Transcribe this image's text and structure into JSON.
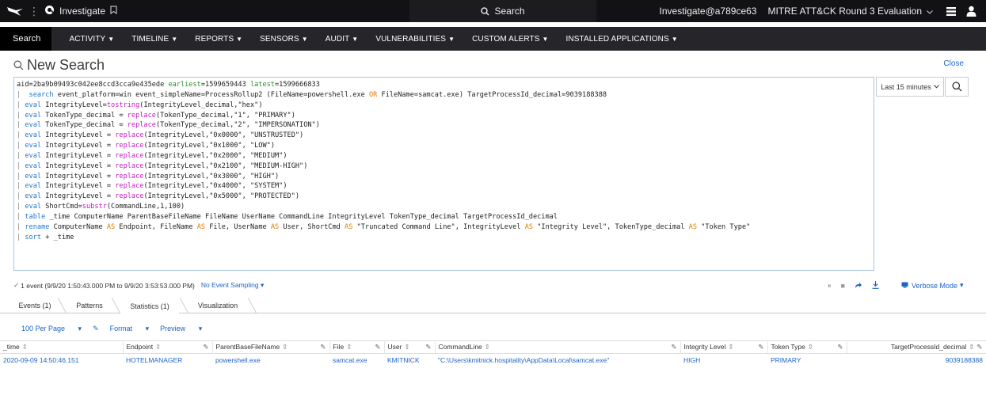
{
  "topbar": {
    "app_name": "Investigate",
    "search_label": "Search",
    "user": "Investigate@a789ce63",
    "evaluation": "MITRE ATT&CK Round 3 Evaluation"
  },
  "nav": {
    "items": [
      {
        "label": "Search"
      },
      {
        "label": "ACTIVITY"
      },
      {
        "label": "TIMELINE"
      },
      {
        "label": "REPORTS"
      },
      {
        "label": "SENSORS"
      },
      {
        "label": "AUDIT"
      },
      {
        "label": "VULNERABILITIES"
      },
      {
        "label": "CUSTOM ALERTS"
      },
      {
        "label": "INSTALLED APPLICATIONS"
      }
    ]
  },
  "header": {
    "title": "New Search",
    "close_label": "Close"
  },
  "query": {
    "time_picker": "Last 15 minutes"
  },
  "status": {
    "events_summary": "1 event (9/9/20 1:50:43.000 PM to 9/9/20 3:53:53.000 PM)",
    "sampling": "No Event Sampling",
    "mode": "Verbose Mode"
  },
  "tabs": [
    {
      "label": "Events (1)"
    },
    {
      "label": "Patterns"
    },
    {
      "label": "Statistics (1)"
    },
    {
      "label": "Visualization"
    }
  ],
  "table_controls": {
    "per_page": "100 Per Page",
    "format": "Format",
    "preview": "Preview"
  },
  "table": {
    "columns": [
      "_time",
      "Endpoint",
      "ParentBaseFileName",
      "File",
      "User",
      "CommandLine",
      "Integrity Level",
      "Token Type",
      "TargetProcessId_decimal"
    ],
    "rows": [
      [
        "2020-09-09 14:50:46.151",
        "HOTELMANAGER",
        "powershell.exe",
        "samcat.exe",
        "KMITNICK",
        "\"C:\\Users\\kmitnick.hospitality\\AppData\\Local\\samcat.exe\"",
        "HIGH",
        "PRIMARY",
        "9039188388"
      ]
    ]
  },
  "colors": {
    "topbar_bg": "#121214",
    "navbar_bg": "#26262a",
    "link": "#1e64c8"
  }
}
